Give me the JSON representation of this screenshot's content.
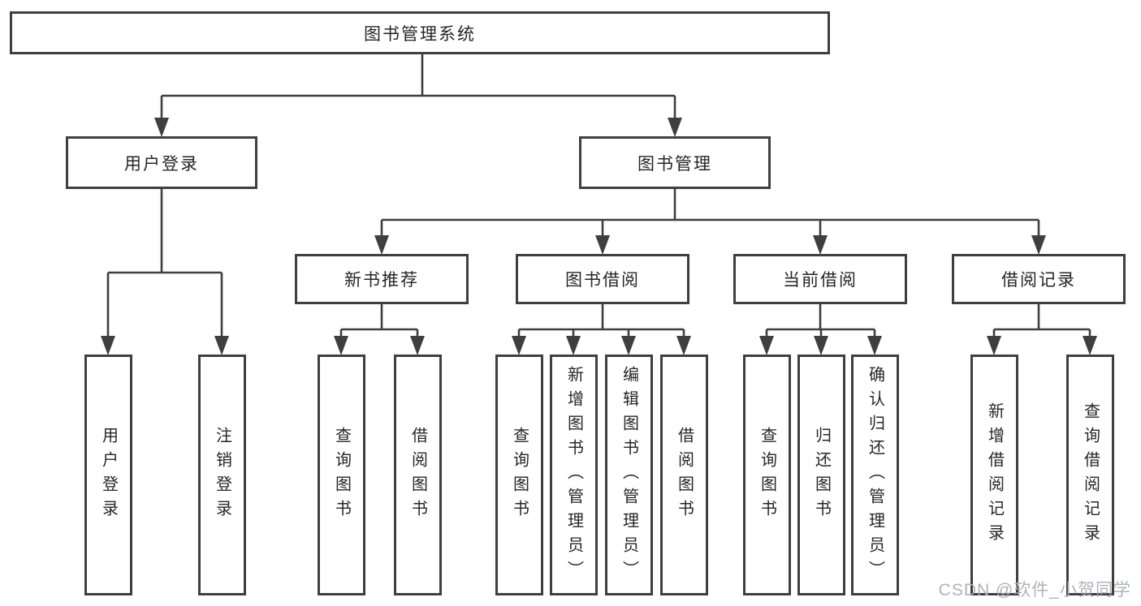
{
  "diagram": {
    "root": "图书管理系统",
    "level2": {
      "user_login": "用户登录",
      "book_mgmt": "图书管理"
    },
    "level3": {
      "new_books": "新书推荐",
      "borrowing": "图书借阅",
      "current": "当前借阅",
      "records": "借阅记录"
    },
    "leaves": {
      "user_login": "用户登录",
      "logout": "注销登录",
      "nb_query": "查询图书",
      "nb_borrow": "借阅图书",
      "bw_query": "查询图书",
      "bw_add": "新增图书（管理员）",
      "bw_edit": "编辑图书（管理员）",
      "bw_borrow": "借阅图书",
      "cur_query": "查询图书",
      "cur_return": "归还图书",
      "cur_confirm": "确认归还（管理员）",
      "rec_add": "新增借阅记录",
      "rec_query": "查询借阅记录"
    }
  },
  "watermark": "CSDN @软件_小贺同学",
  "colors": {
    "stroke": "#3f3f3f",
    "text": "#262626",
    "watermark": "#aab0b7",
    "background": "#ffffff"
  }
}
